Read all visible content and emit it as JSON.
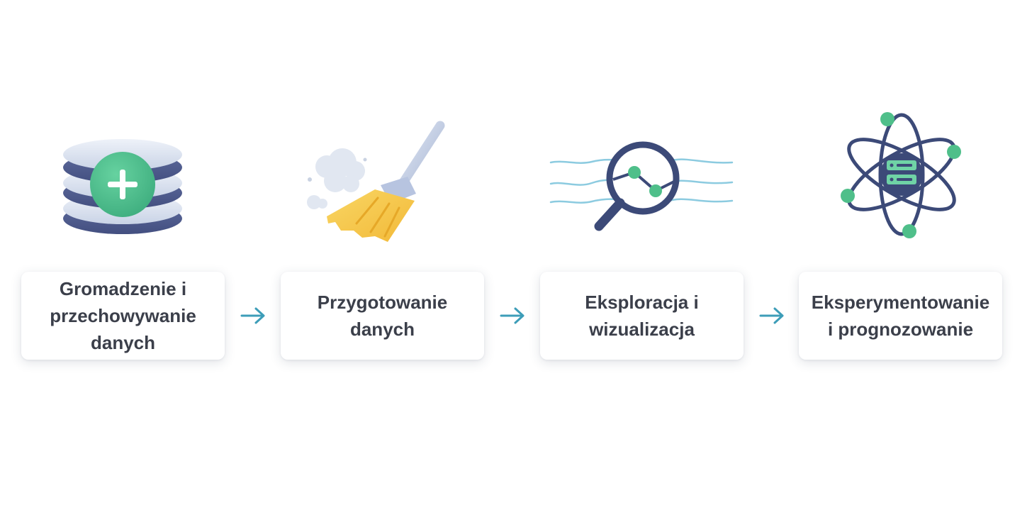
{
  "steps": [
    {
      "label": "Gromadzenie i\nprzechowywanie\ndanych",
      "icon": "database-plus-icon"
    },
    {
      "label": "Przygotowanie\ndanych",
      "icon": "broom-icon"
    },
    {
      "label": "Eksploracja i\nwizualizacja",
      "icon": "magnifier-chart-icon"
    },
    {
      "label": "Eksperymentowanie\ni prognozowanie",
      "icon": "atom-server-icon"
    }
  ],
  "arrows": [
    "arrow-right-icon",
    "arrow-right-icon",
    "arrow-right-icon"
  ],
  "colors": {
    "text": "#3b3f4a",
    "navy": "#3c4a78",
    "green": "#4fbf8a",
    "teal_arrow": "#3d9db8",
    "yellow": "#f6c94a",
    "wave_blue": "#8ccbe0"
  }
}
